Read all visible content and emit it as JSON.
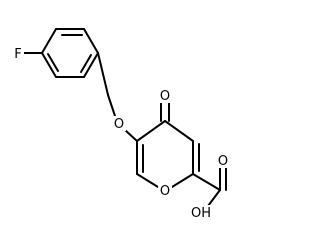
{
  "molecule": {
    "atoms": {
      "fluorine": "F",
      "ether_oxygen": "O",
      "carbonyl_oxygen": "O",
      "ring_oxygen": "O",
      "acid_carbonyl_oxygen": "O",
      "hydroxyl": "OH"
    }
  }
}
